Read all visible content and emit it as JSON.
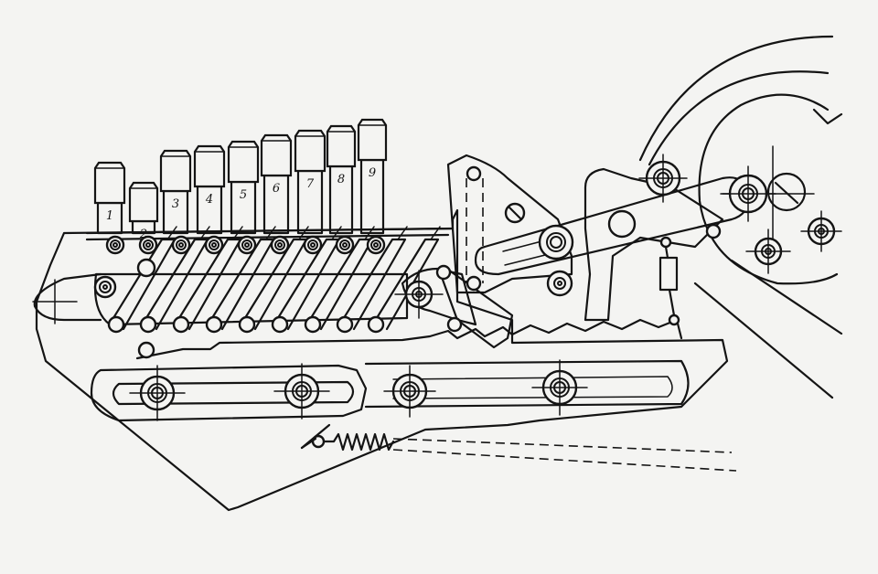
{
  "figure": {
    "key_labels": [
      "1",
      "2",
      "3",
      "4",
      "5",
      "6",
      "7",
      "8",
      "9"
    ],
    "colors": {
      "paper": "#f4f4f2",
      "ink": "#141414"
    }
  }
}
